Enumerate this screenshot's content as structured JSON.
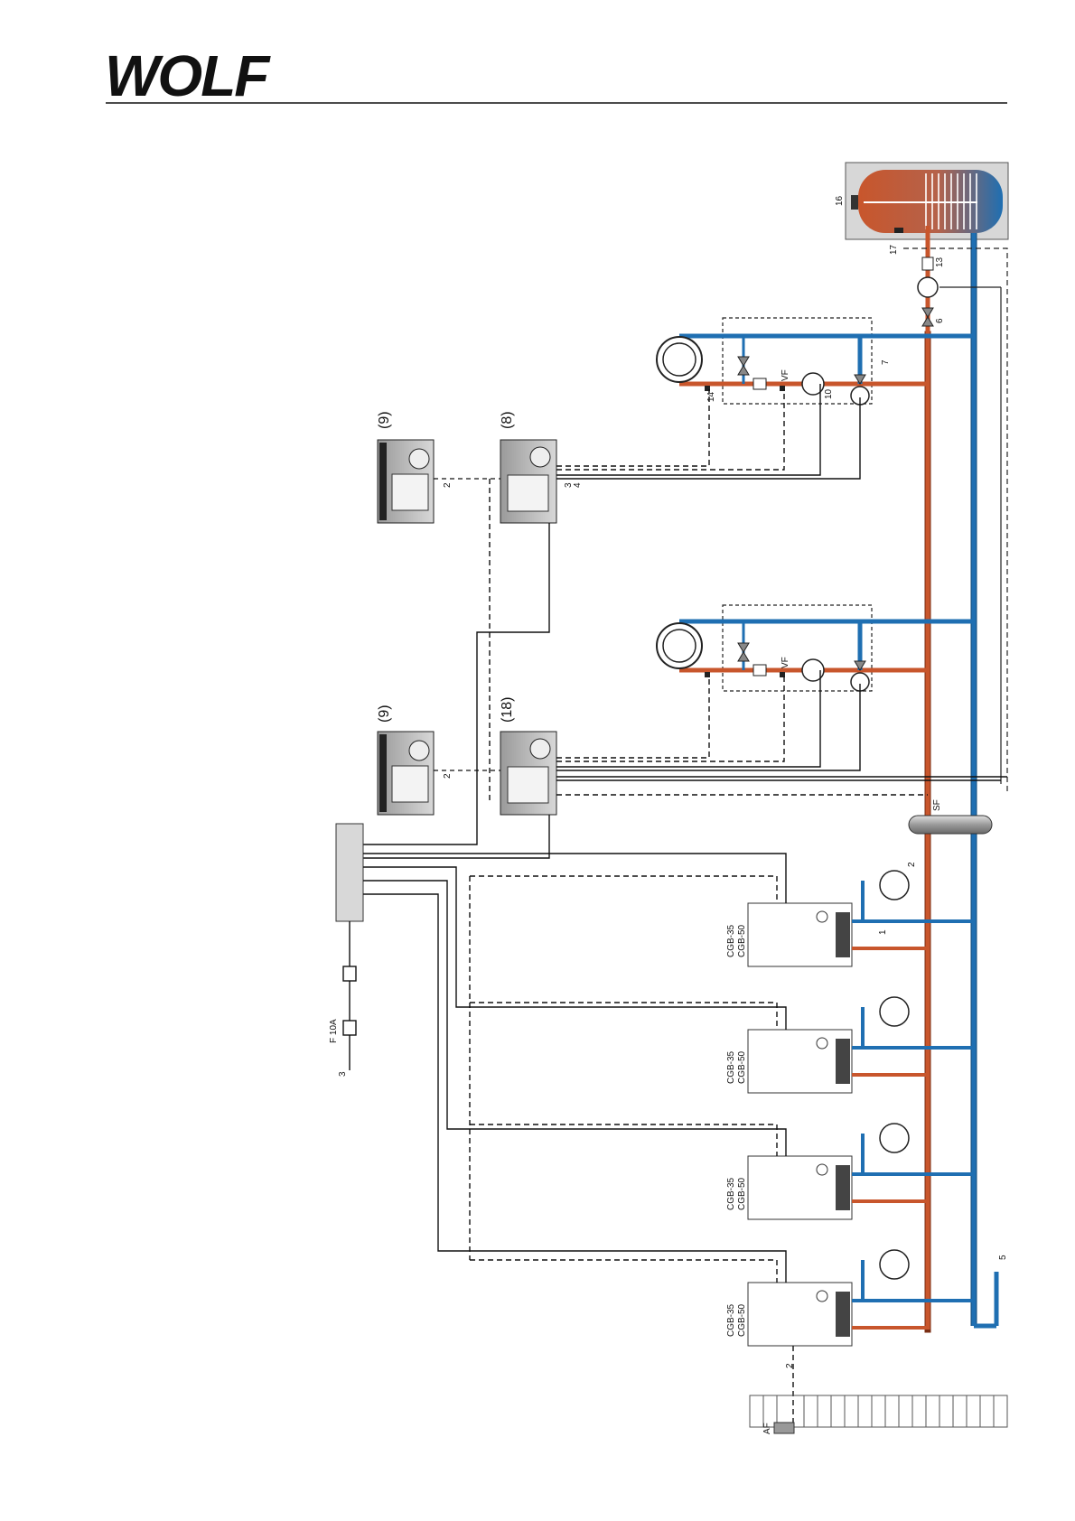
{
  "brand": {
    "logo_text": "WOLF"
  },
  "controllers": {
    "remote_left": "(9)",
    "remote_right": "(9)",
    "cascade_module": "(18)",
    "mixer_module": "(8)"
  },
  "boilers": {
    "model_line1": "CGB-35",
    "model_line2": "CGB-50"
  },
  "power": {
    "fuse": "F 10A",
    "phase_count": "3"
  },
  "sensors": {
    "outdoor": "AF",
    "system_flow": "SF",
    "flow_sensor": "VF"
  },
  "cable_counts": [
    "2",
    "3",
    "4"
  ],
  "item_numbers": [
    "1",
    "2",
    "5",
    "6",
    "7",
    "10",
    "13",
    "14",
    "16",
    "17"
  ],
  "colors": {
    "supply": "#c8562c",
    "return": "#1f6fb2",
    "cable": "#111111"
  }
}
